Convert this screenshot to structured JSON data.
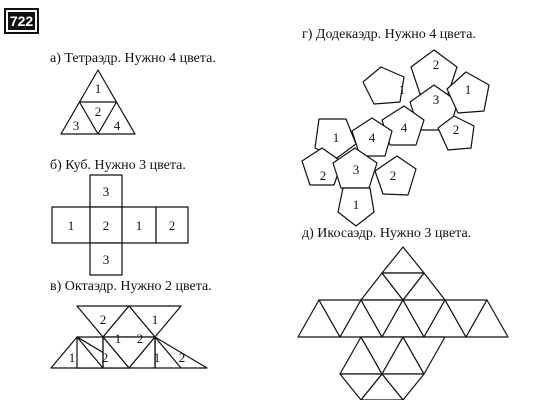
{
  "problem_number": "722",
  "sections": {
    "tetra": {
      "caption": "а) Тетраэдр. Нужно 4 цвета.",
      "labels": [
        "1",
        "2",
        "3",
        "4"
      ]
    },
    "cube": {
      "caption": "б) Куб. Нужно 3 цвета.",
      "labels": [
        "3",
        "1",
        "2",
        "1",
        "2",
        "3"
      ]
    },
    "octa": {
      "caption": "в) Октаэдр. Нужно 2 цвета.",
      "labels": [
        "2",
        "1",
        "1",
        "2",
        "1",
        "2",
        "1",
        "2"
      ]
    },
    "dodeca": {
      "caption": "г) Додекаэдр. Нужно 4 цвета.",
      "labels": [
        "2",
        "1",
        "3",
        "1",
        "4",
        "2",
        "1",
        "4",
        "2",
        "3",
        "2",
        "1"
      ]
    },
    "icosa": {
      "caption": "д) Икосаэдр. Нужно 3 цвета."
    }
  }
}
